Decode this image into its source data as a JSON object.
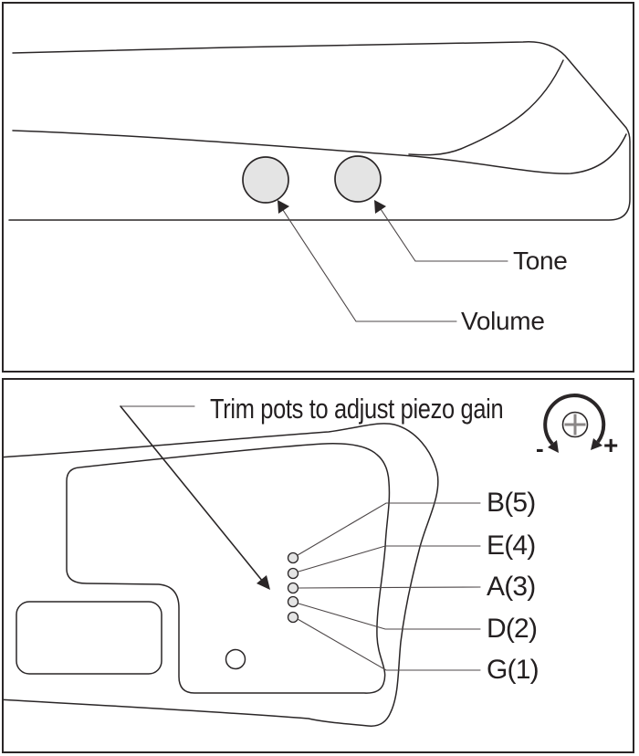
{
  "diagram": {
    "side_view": {
      "tone_label": "Tone",
      "volume_label": "Volume"
    },
    "back_view": {
      "annotation": "Trim pots to adjust piezo gain",
      "adjust_icon": {
        "minus": "-",
        "plus": "+"
      },
      "trim_pot_labels": [
        "B(5)",
        "E(4)",
        "A(3)",
        "D(2)",
        "G(1)"
      ]
    }
  },
  "colors": {
    "line": "#2a2627",
    "text": "#231f20",
    "knob-fill": "#e4e4e4",
    "leader": "#4d4748",
    "cross": "#8b8787"
  }
}
